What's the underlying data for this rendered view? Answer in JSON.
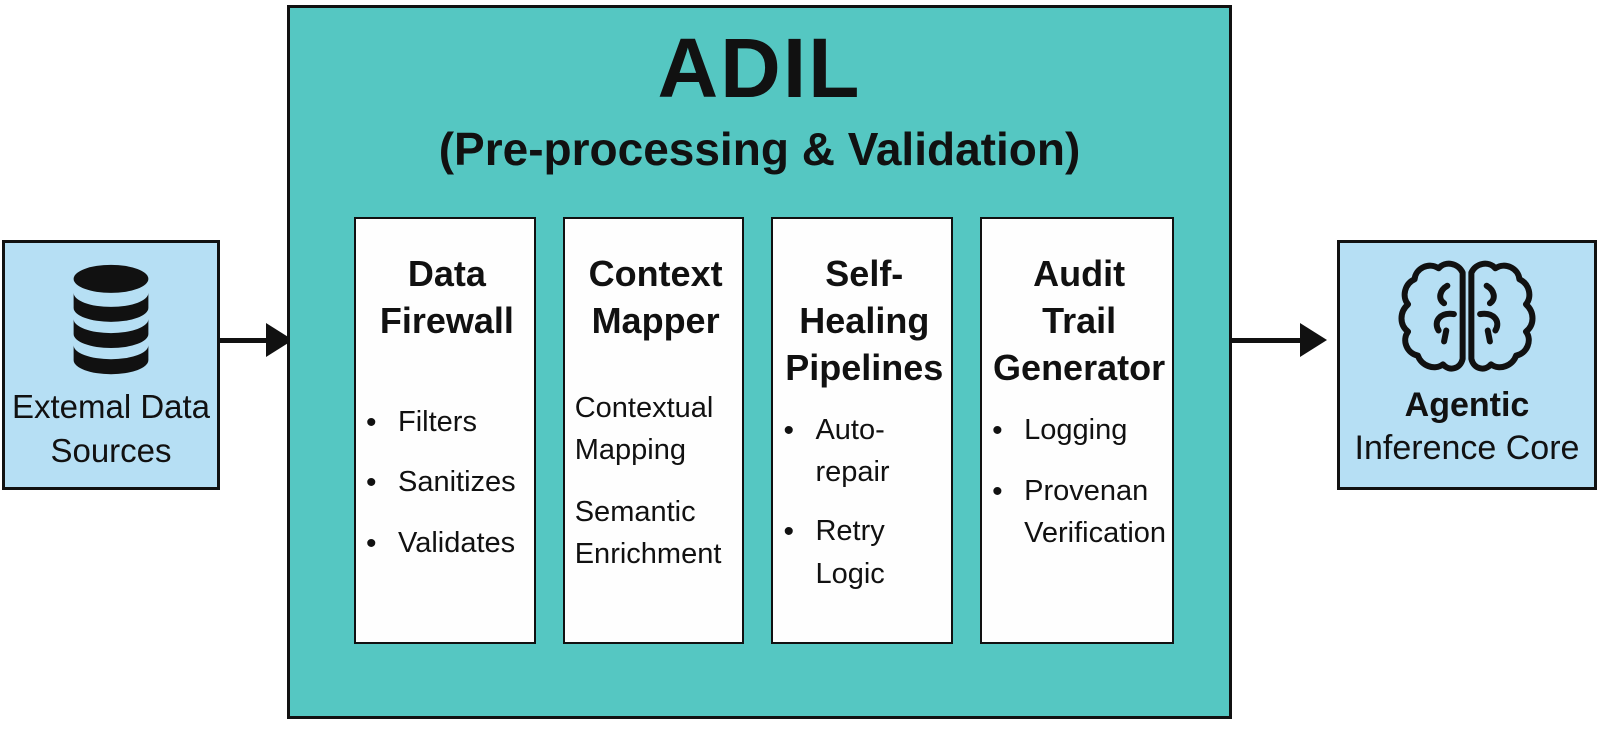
{
  "colors": {
    "teal": "#55c7c2",
    "lightblue": "#b6dff4",
    "ink": "#111111",
    "panel": "#fefefe"
  },
  "bullet": "•",
  "source": {
    "label": "Extemal Data\nSources",
    "icon": "database-icon"
  },
  "adil": {
    "title": "ADIL",
    "subtitle": "(Pre-processing & Validation)",
    "panels": [
      {
        "title": "Data\nFirewall",
        "bulleted": true,
        "items": [
          "Filters",
          "Sanitizes",
          "Validates"
        ]
      },
      {
        "title": "Context\nMapper",
        "bulleted": false,
        "items": [
          "Contextual\nMapping",
          "Semantic\nEnrichment"
        ]
      },
      {
        "title": "Self-\nHealing\nPipelines",
        "bulleted": true,
        "items": [
          "Auto-\nrepair",
          "Retry\nLogic"
        ]
      },
      {
        "title": "Audit\nTrail\nGenerator",
        "bulleted": true,
        "items": [
          "Logging",
          "Provenan\nVerification"
        ]
      }
    ]
  },
  "target": {
    "label_primary": "Agentic",
    "label_secondary": "Inference Core",
    "icon": "brain-icon"
  }
}
